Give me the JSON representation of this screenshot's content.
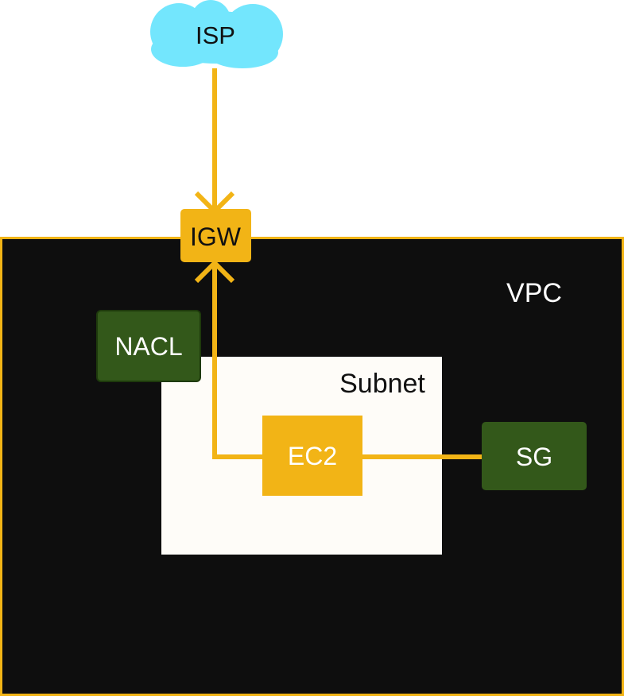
{
  "nodes": {
    "isp": {
      "label": "ISP"
    },
    "igw": {
      "label": "IGW"
    },
    "vpc": {
      "label": "VPC"
    },
    "nacl": {
      "label": "NACL"
    },
    "subnet": {
      "label": "Subnet"
    },
    "ec2": {
      "label": "EC2"
    },
    "sg": {
      "label": "SG"
    }
  },
  "colors": {
    "link": "#f2b416",
    "vpc_fill": "#0e0e0e",
    "vpc_border": "#f2b416",
    "cloud": "#73e6fd",
    "control_fill": "#33581a",
    "subnet_fill": "#fefcf8"
  }
}
